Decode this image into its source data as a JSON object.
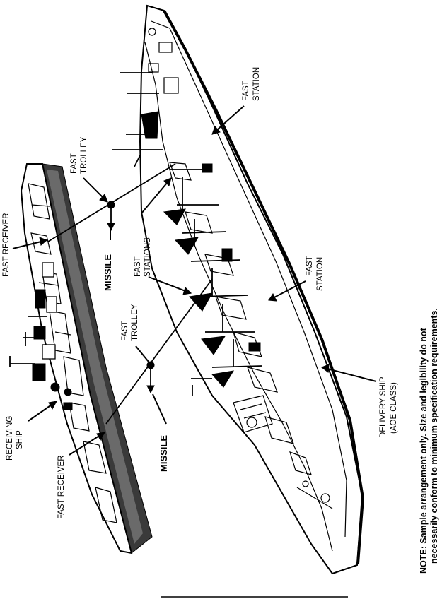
{
  "labels": {
    "fast_receiver_top": "FAST RECEIVER",
    "fast_receiver_bottom": "FAST RECEIVER",
    "receiving_ship_line1": "RECEIVING",
    "receiving_ship_line2": "SHIP",
    "missile_top": "MISSILE",
    "missile_bottom": "MISSILE",
    "fast_trolley_top_line1": "FAST",
    "fast_trolley_top_line2": "TROLLEY",
    "fast_trolley_bottom_line1": "FAST",
    "fast_trolley_bottom_line2": "TROLLEY",
    "fast_stations_line1": "FAST",
    "fast_stations_line2": "STATIONS",
    "fast_station_top_line1": "FAST",
    "fast_station_top_line2": "STATION",
    "fast_station_mid_line1": "FAST",
    "fast_station_mid_line2": "STATION",
    "delivery_ship_line1": "DELIVERY SHIP",
    "delivery_ship_line2": "(AOE CLASS)"
  },
  "note": {
    "line1": "NOTE:  Sample arrangement only.  Size and legibility do not",
    "line2": "necessarily conform to minimum specification requirements."
  }
}
